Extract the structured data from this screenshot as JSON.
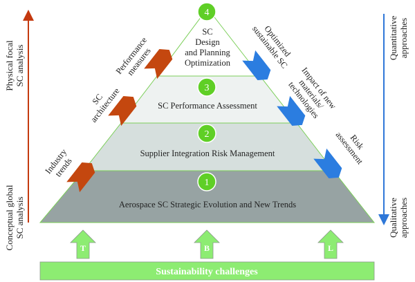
{
  "colors": {
    "level1_fill": "#97a3a3",
    "level2_fill": "#d6dfdd",
    "level3_fill": "#eef2f1",
    "level4_fill": "#ffffff",
    "edge_green": "#7ccf5a",
    "circle_green": "#5fcf26",
    "orange_arrow": "#c4470f",
    "blue_arrow": "#2b7de0",
    "red_axis": "#c4390f",
    "blue_axis": "#2e77d8",
    "bar_green": "#8dec72"
  },
  "left_axis": {
    "top_label_line1": "Physical  focal",
    "top_label_line2": "SC analysis",
    "bottom_label_line1": "Conceptual global",
    "bottom_label_line2": "SC analysis"
  },
  "right_axis": {
    "top_label_line1": "Quantitative",
    "top_label_line2": "approaches",
    "bottom_label_line1": "Qualitative",
    "bottom_label_line2": "approaches"
  },
  "levels": [
    {
      "number": "1",
      "lines": [
        "Aerospace SC Strategic Evolution and New Trends"
      ]
    },
    {
      "number": "2",
      "lines": [
        "Supplier Integration Risk Management"
      ]
    },
    {
      "number": "3",
      "lines": [
        "SC Performance Assessment"
      ]
    },
    {
      "number": "4",
      "lines": [
        "SC",
        "Design",
        "and Planning",
        "Optimization"
      ]
    }
  ],
  "left_arrows": [
    {
      "lines": [
        "Industry",
        "trends"
      ]
    },
    {
      "lines": [
        "SC",
        "architecture"
      ]
    },
    {
      "lines": [
        "Performance",
        "measures"
      ]
    }
  ],
  "right_arrows": [
    {
      "lines": [
        "Optimized",
        "sustainable SC"
      ]
    },
    {
      "lines": [
        "Impact of new",
        "materials/",
        "technologies"
      ]
    },
    {
      "lines": [
        "Risk",
        "assessment"
      ]
    }
  ],
  "up_arrows": [
    {
      "letter": "T"
    },
    {
      "letter": "B"
    },
    {
      "letter": "L"
    }
  ],
  "bottom_bar": {
    "label": "Sustainability challenges"
  }
}
